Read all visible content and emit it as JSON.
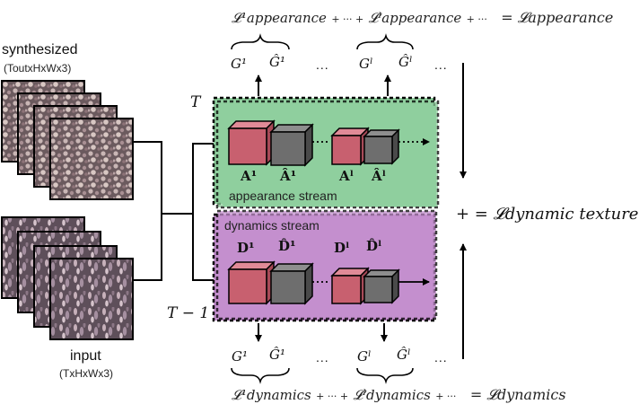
{
  "inputs": {
    "synthesized_label": "synthesized",
    "synthesized_dims": "(ToutxHxWx3)",
    "input_label": "input",
    "input_dims": "(TxHxWx3)"
  },
  "time_labels": {
    "top": "T",
    "bottom": "T − 1"
  },
  "streams": {
    "appearance": {
      "label": "appearance stream",
      "color": "#8fcf9e",
      "blocks": [
        "A¹",
        "Â¹",
        "Aˡ",
        "Âˡ"
      ],
      "outputs": [
        "G¹",
        "Ĝ¹",
        "Gˡ",
        "Ĝˡ"
      ]
    },
    "dynamics": {
      "label": "dynamics stream",
      "color": "#c48fce",
      "blocks": [
        "D¹",
        "D̂¹",
        "Dˡ",
        "D̂ˡ"
      ],
      "outputs": [
        "G¹",
        "Ĝ¹",
        "Gˡ",
        "Ĝˡ"
      ]
    }
  },
  "ellipsis": "...",
  "block_colors": {
    "red": "#c8606f",
    "gray": "#6e6e6e"
  },
  "losses": {
    "appearance_terms": [
      "𝓛¹appearance",
      "+ ··· +",
      "𝓛ˡappearance",
      "+ ···"
    ],
    "appearance_total": "= 𝓛appearance",
    "dynamics_terms": [
      "𝓛¹dynamics",
      "+ ··· +",
      "𝓛ˡdynamics",
      "+ ···"
    ],
    "dynamics_total": "= 𝓛dynamics",
    "combine": "+ = 𝓛dynamic texture"
  }
}
